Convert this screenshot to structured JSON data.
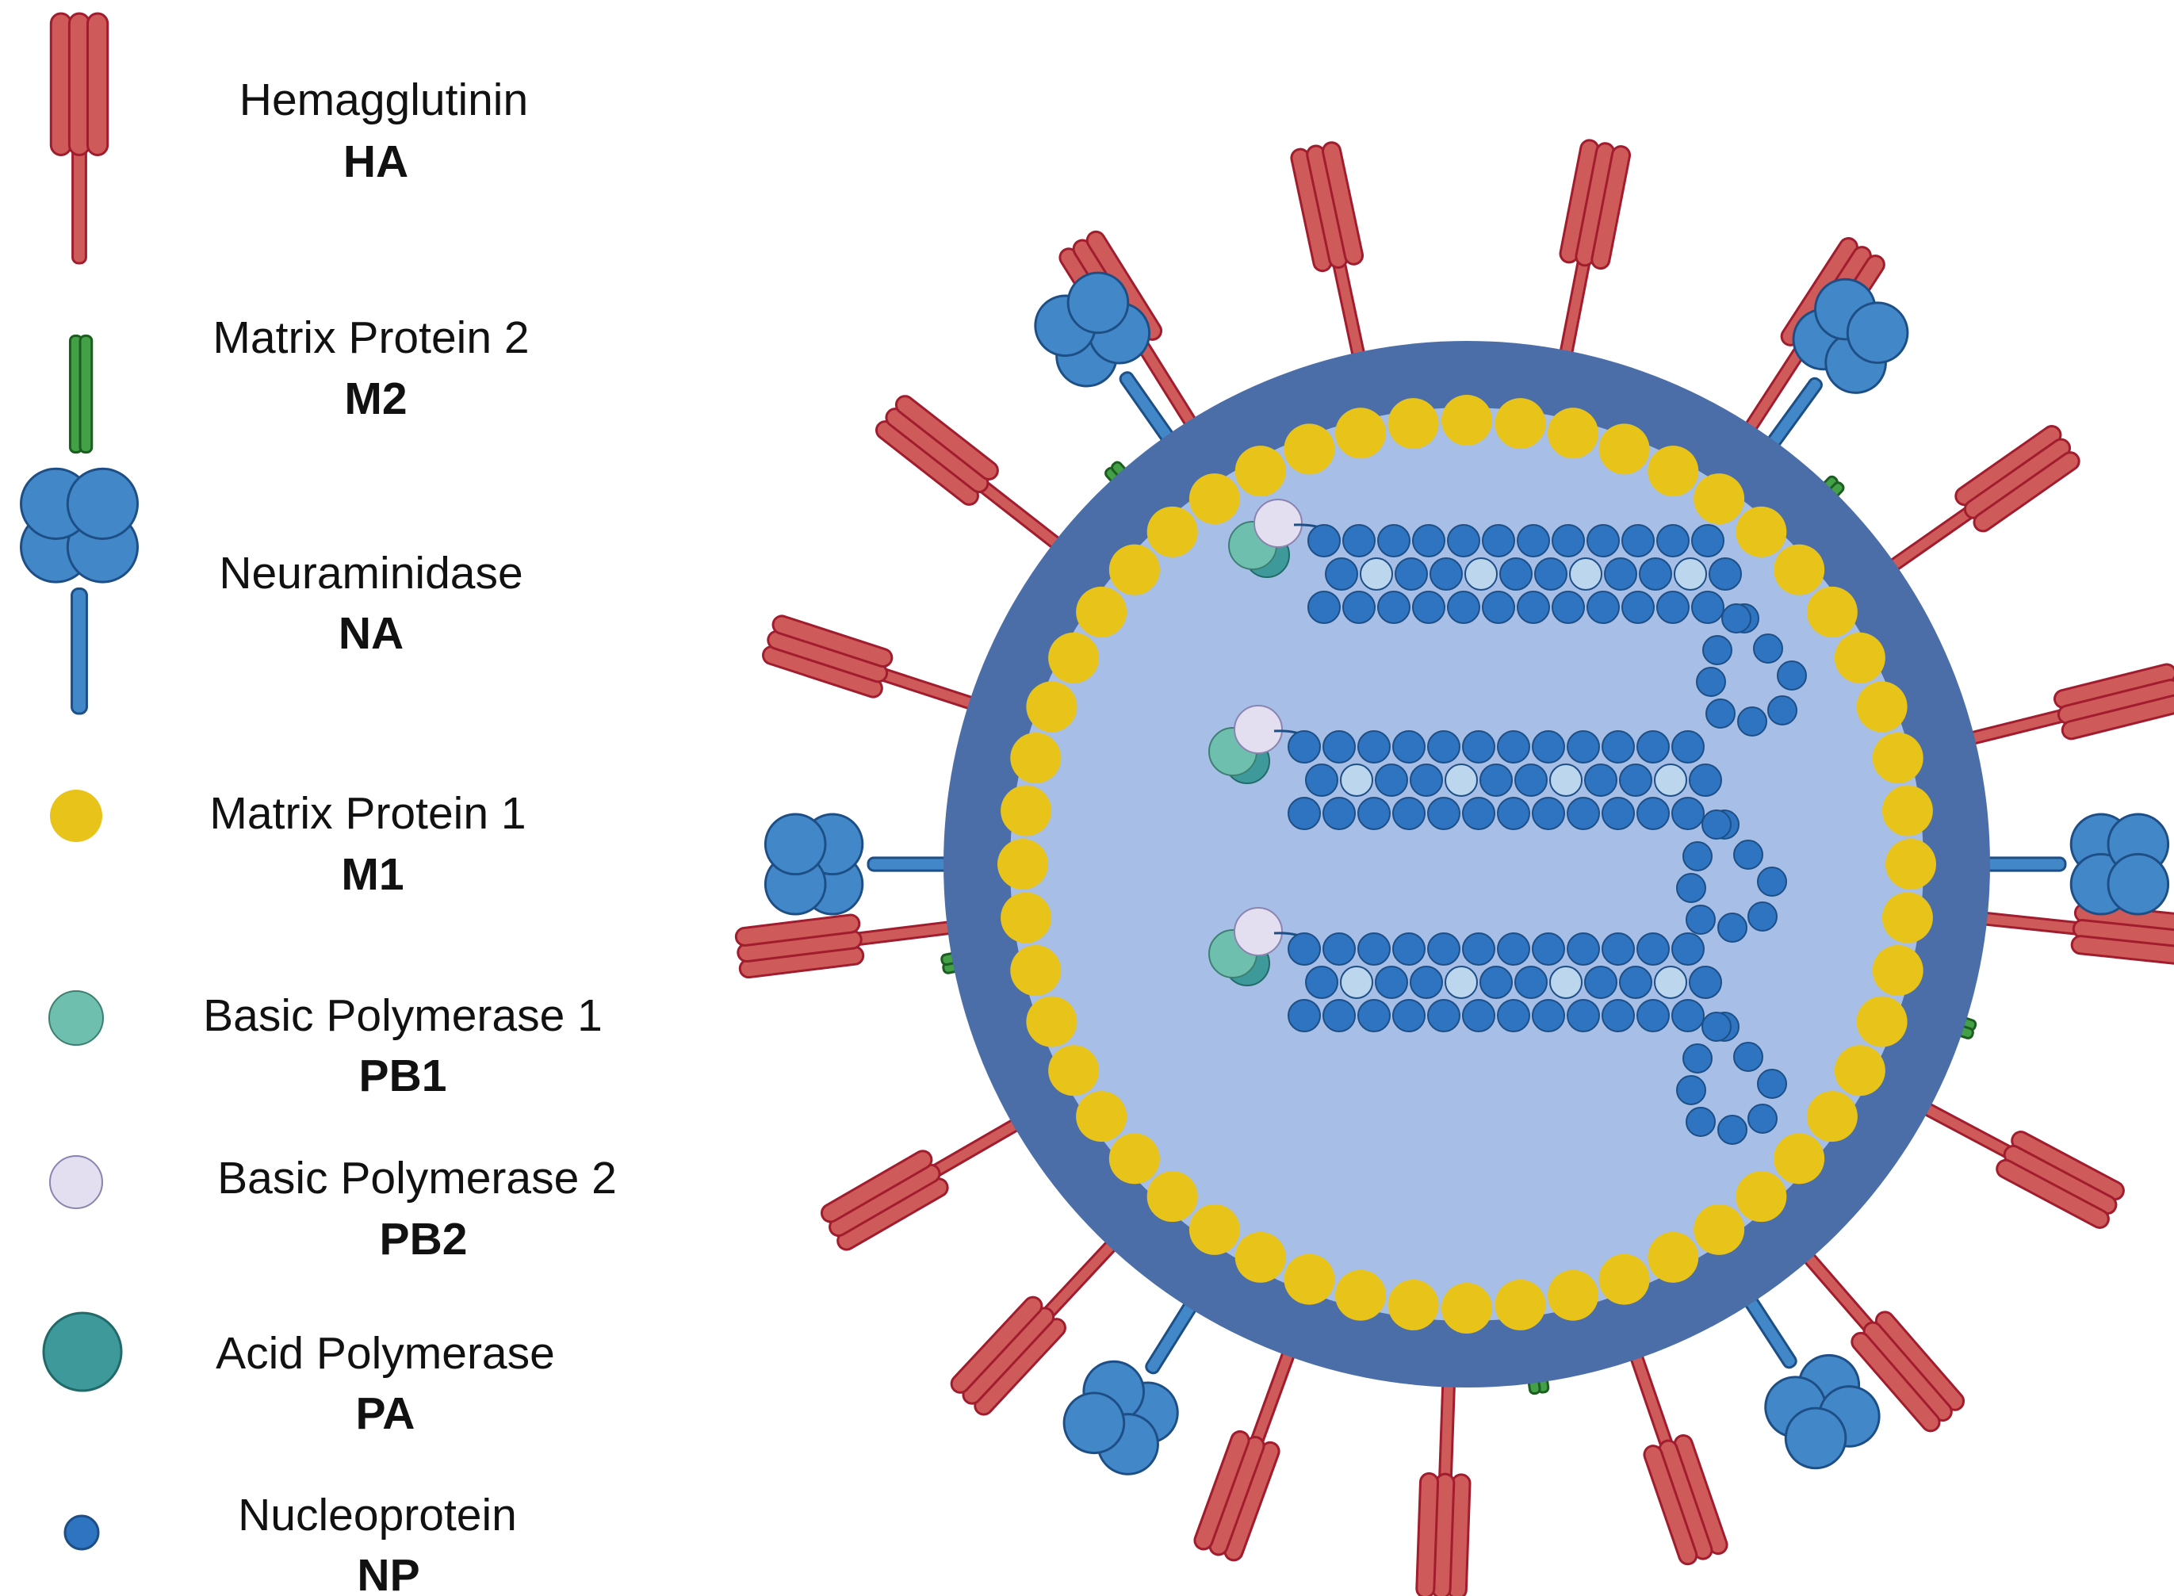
{
  "colors": {
    "background": "#ffffff",
    "ha_fill": "#cf5a5a",
    "ha_stroke": "#a11d2e",
    "m2_fill": "#43a047",
    "m2_stroke": "#1b5e20",
    "na_fill": "#4288c8",
    "na_stroke": "#1d4f86",
    "m1_fill": "#e8c31a",
    "pb1_fill": "#6fbfae",
    "pb2_fill": "#e3dff0",
    "pa_fill": "#3e9a9a",
    "np_fill": "#2f74c0",
    "np_light_fill": "#bcd6ee",
    "envelope": "#4b6ea8",
    "interior": "#a7bfe6"
  },
  "legend": [
    {
      "key": "ha",
      "name": "Hemagglutinin",
      "abbr": "HA",
      "icon": "hemagglutinin-icon"
    },
    {
      "key": "m2",
      "name": "Matrix Protein 2",
      "abbr": "M2",
      "icon": "matrix-protein-2-icon"
    },
    {
      "key": "na",
      "name": "Neuraminidase",
      "abbr": "NA",
      "icon": "neuraminidase-icon"
    },
    {
      "key": "m1",
      "name": "Matrix Protein 1",
      "abbr": "M1",
      "icon": "matrix-protein-1-icon"
    },
    {
      "key": "pb1",
      "name": "Basic Polymerase 1",
      "abbr": "PB1",
      "icon": "basic-polymerase-1-icon"
    },
    {
      "key": "pb2",
      "name": "Basic Polymerase 2",
      "abbr": "PB2",
      "icon": "basic-polymerase-2-icon"
    },
    {
      "key": "pa",
      "name": "Acid Polymerase",
      "abbr": "PA",
      "icon": "acid-polymerase-icon"
    },
    {
      "key": "np",
      "name": "Nucleoprotein",
      "abbr": "NP",
      "icon": "nucleoprotein-icon"
    }
  ],
  "virion": {
    "ha_count": 18,
    "na_count": 6,
    "m2_count": 5,
    "m1_count": 52,
    "rnp_count": 3
  }
}
